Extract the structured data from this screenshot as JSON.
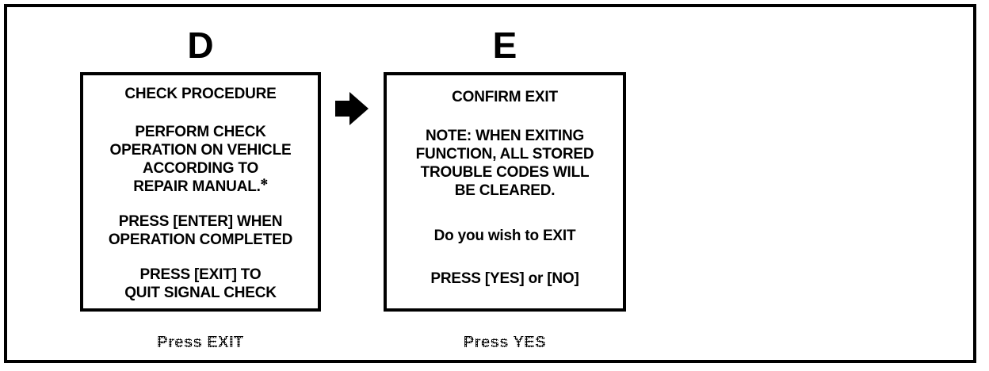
{
  "diagram": {
    "title_absent": true,
    "frame_color": "#000000",
    "background_color": "#ffffff",
    "panels": [
      {
        "letter": "D",
        "caption": "Press EXIT",
        "heading": "CHECK PROCEDURE",
        "body_block_1": {
          "line1": "PERFORM CHECK",
          "line2": "OPERATION ON VEHICLE",
          "line3": "ACCORDING TO",
          "line4": "REPAIR MANUAL.",
          "line4_superscript": "✻"
        },
        "body_block_2": {
          "line1": "PRESS [ENTER] WHEN",
          "line2": "OPERATION COMPLETED"
        },
        "body_block_3": {
          "line1": "PRESS [EXIT] TO",
          "line2": "QUIT SIGNAL CHECK"
        }
      },
      {
        "letter": "E",
        "caption": "Press YES",
        "heading": "CONFIRM EXIT",
        "body_block_1": {
          "line1": "NOTE: WHEN EXITING",
          "line2": "FUNCTION, ALL STORED",
          "line3": "TROUBLE CODES WILL",
          "line4": "BE CLEARED."
        },
        "body_block_2": {
          "line1": "Do you wish to EXIT"
        },
        "body_block_3": {
          "line1": "PRESS [YES] or [NO]"
        }
      }
    ],
    "connector": {
      "icon": "right-arrow-icon",
      "color": "#000000"
    }
  }
}
